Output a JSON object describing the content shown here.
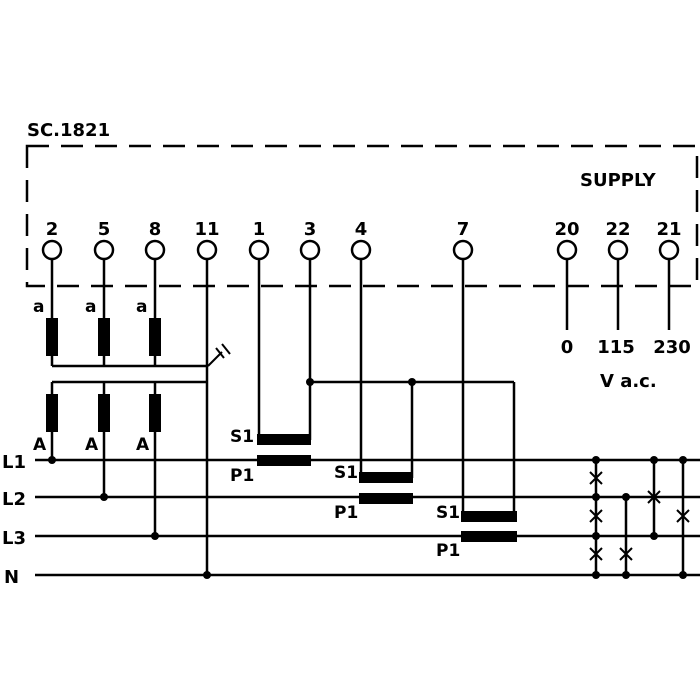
{
  "device": {
    "model": "SC.1821",
    "supply_label": "SUPPLY"
  },
  "terminals": [
    "2",
    "5",
    "8",
    "11",
    "1",
    "3",
    "4",
    "7",
    "20",
    "22",
    "21"
  ],
  "supply_voltages": [
    "0",
    "115",
    "230"
  ],
  "supply_unit": "V a.c.",
  "lines": [
    "L1",
    "L2",
    "L3",
    "N"
  ],
  "vt_primary_labels": [
    "A",
    "A",
    "A"
  ],
  "vt_secondary_labels": [
    "a",
    "a",
    "a"
  ],
  "ct_labels": {
    "secondary": "S1",
    "primary": "P1"
  }
}
